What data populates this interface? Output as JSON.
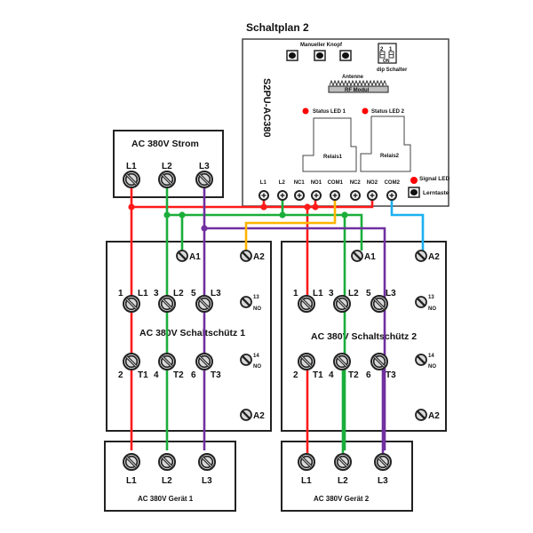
{
  "title": "Schaltplan 2",
  "colors": {
    "L1": "#ff1a1a",
    "L2": "#1aae3a",
    "L3": "#7030a0",
    "COM1": "#ffb400",
    "COM2": "#1ab0f0",
    "led": "#ff0000"
  },
  "module": {
    "model": "S2PU-AC380",
    "manual_buttons_label": "Manueller Knopf",
    "dip_label": "dip Schalter",
    "dip_numbers": [
      "2",
      "1"
    ],
    "dip_on": "ON",
    "antenna_label": "Antenne",
    "rf_label": "RF Modul",
    "status_led_1": "Status LED 1",
    "status_led_2": "Status LED 2",
    "relay_1": "Relais1",
    "relay_2": "Relais2",
    "signal_led": "Signal LED",
    "learn_button": "Lerntaste",
    "terminals": [
      "L1",
      "L2",
      "NC1",
      "NO1",
      "COM1",
      "NC2",
      "NO2",
      "COM2"
    ]
  },
  "supply": {
    "title": "AC 380V Strom",
    "terminals": [
      "L1",
      "L2",
      "L3"
    ]
  },
  "contactors": [
    {
      "title": "AC 380V Schaltschütz 1",
      "coil": [
        "A1",
        "A2"
      ],
      "inputs": [
        {
          "num": "1",
          "label": "L1"
        },
        {
          "num": "3",
          "label": "L2"
        },
        {
          "num": "5",
          "label": "L3"
        }
      ],
      "outputs": [
        {
          "num": "2",
          "label": "T1"
        },
        {
          "num": "4",
          "label": "T2"
        },
        {
          "num": "6",
          "label": "T3"
        }
      ],
      "aux_top": {
        "num": "13",
        "label": "NO"
      },
      "aux_bottom": {
        "num": "14",
        "label": "NO"
      },
      "bottom_coil": "A2"
    },
    {
      "title": "AC 380V Schaltschütz 2",
      "coil": [
        "A1",
        "A2"
      ],
      "inputs": [
        {
          "num": "1",
          "label": "L1"
        },
        {
          "num": "3",
          "label": "L2"
        },
        {
          "num": "5",
          "label": "L3"
        }
      ],
      "outputs": [
        {
          "num": "2",
          "label": "T1"
        },
        {
          "num": "4",
          "label": "T2"
        },
        {
          "num": "6",
          "label": "T3"
        }
      ],
      "aux_top": {
        "num": "13",
        "label": "NO"
      },
      "aux_bottom": {
        "num": "14",
        "label": "NO"
      },
      "bottom_coil": "A2"
    }
  ],
  "devices": [
    {
      "title": "AC 380V Gerät 1",
      "terminals": [
        "L1",
        "L2",
        "L3"
      ]
    },
    {
      "title": "AC 380V Gerät 2",
      "terminals": [
        "L1",
        "L2",
        "L3"
      ]
    }
  ]
}
